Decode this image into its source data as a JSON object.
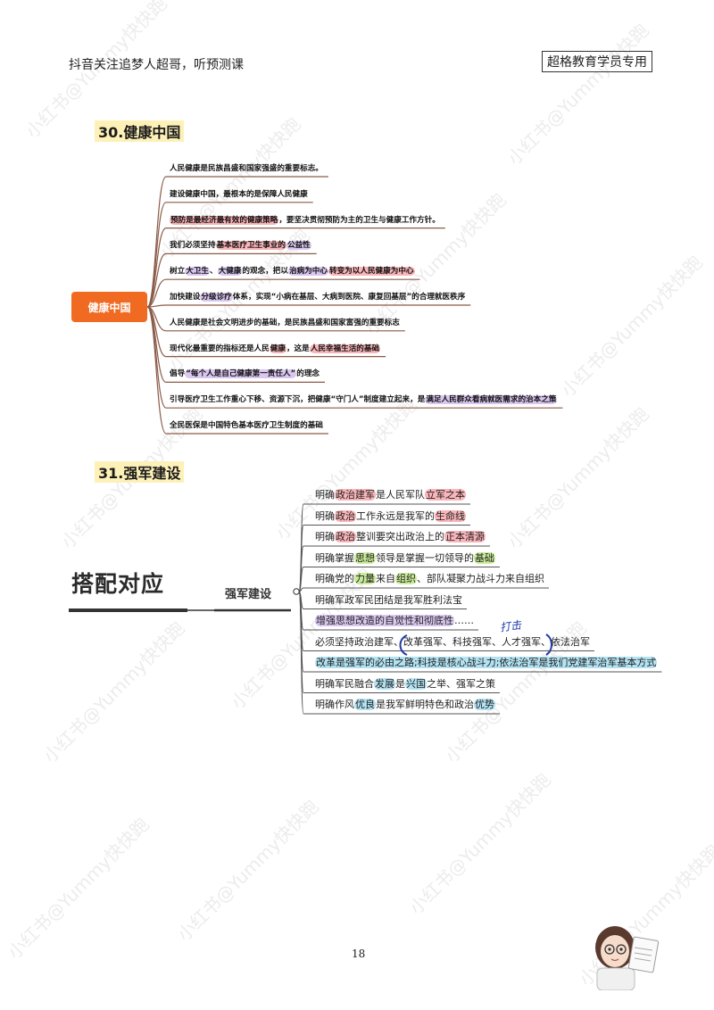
{
  "header": {
    "left_text": "抖音关注追梦人超哥，听预测课",
    "right_text": "超格教育学员专用"
  },
  "section30": {
    "title": "30.健康中国",
    "root": "健康中国",
    "items": [
      [
        "人民健康是民族昌盛和国家强盛的重要标志。"
      ],
      [
        "建设健康中国，最根本的是保障人民健康"
      ],
      [
        [
          "预防是最经济最有效的健康策略",
          "r"
        ],
        "，要坚决贯彻预防为主的卫生与健康工作方针。"
      ],
      [
        "我们必须坚持",
        [
          "基本医疗卫生事业的",
          "r"
        ],
        [
          "公益性",
          "p"
        ]
      ],
      [
        "树立",
        [
          "大卫生",
          "p"
        ],
        "、",
        [
          "大健康",
          "p"
        ],
        "的观念，把以",
        [
          "治病为中心",
          "p"
        ],
        [
          "转变为以人民健康为中心",
          "r"
        ]
      ],
      [
        "加快建设",
        [
          "分级诊疗",
          "p"
        ],
        "体系，实现“小病在基层、大病到医院、康复回基层”的合理就医秩序"
      ],
      [
        "人民健康是社会文明进步的基础，是民族昌盛和国家富强的重要标志"
      ],
      [
        "现代化最重要的指标还是人民",
        [
          "健康",
          "r"
        ],
        "，这是",
        [
          "人民幸福生活的基础",
          "r"
        ]
      ],
      [
        "倡导",
        [
          "“每个人是自己健康第一责任人”",
          "p"
        ],
        "的理念"
      ],
      [
        "引导医疗卫生工作重心下移、资源下沉，把健康“守门人”制度建立起来，是",
        [
          "满足人民群众看病就医需求的治本之策",
          "p"
        ]
      ],
      [
        "全民医保是中国特色基本医疗卫生制度的基础"
      ]
    ]
  },
  "section31": {
    "title": "31.强军建设",
    "big_title": "搭配对应",
    "root": "强军建设",
    "items": [
      [
        "明确",
        [
          "政治建军",
          "r"
        ],
        "是人民军队",
        [
          "立军之本",
          "r"
        ]
      ],
      [
        "明确",
        [
          "政治",
          "r"
        ],
        "工作永远是我军的",
        [
          "生命线",
          "r"
        ]
      ],
      [
        "明确",
        [
          "政治",
          "r"
        ],
        "整训要突出政治上的",
        [
          "正本清源",
          "r"
        ]
      ],
      [
        "明确掌握",
        [
          "思想",
          "g"
        ],
        "领导是掌握一切领导的",
        [
          "基础",
          "g"
        ]
      ],
      [
        "明确党的",
        [
          "力量",
          "g"
        ],
        "来自",
        [
          "组织",
          "g"
        ],
        "、部队凝聚力战斗力来自组织"
      ],
      [
        "明确军政军民团结是我军胜利法宝"
      ],
      [
        [
          "增强思想改造的自觉性和彻底性",
          "p"
        ],
        "……"
      ],
      [
        "必须坚持政治建军、改革强军、科技强军、人才强军、依法治军"
      ],
      [
        [
          "改革是强军的必由之路;科技是核心战斗力;依法治军是我们党建军治军基本方式",
          "b"
        ]
      ],
      [
        "明确军民融合",
        [
          "发展",
          "b"
        ],
        "是",
        [
          "兴国",
          "b"
        ],
        "之举、强军之策"
      ],
      [
        "明确作风",
        [
          "优良",
          "b"
        ],
        "是我军鲜明特色和政治",
        [
          "优势",
          "b"
        ]
      ]
    ],
    "handwritten_note": "打击"
  },
  "watermark": "小红书@Yummy快快跑",
  "page_number": "18",
  "colors": {
    "root_orange": "#f06a22",
    "branch_brown": "#8a5a48",
    "branch_gray": "#555555",
    "title_highlight": "#fdf1b8",
    "hl_red": "#f7969b",
    "hl_purple": "#ccb4eb",
    "hl_green": "#bee882",
    "hl_blue": "#a0dcf0",
    "pen_blue": "#1f3aa8"
  },
  "icons": {
    "sticker": "avatar-girl-reading-sticker"
  }
}
